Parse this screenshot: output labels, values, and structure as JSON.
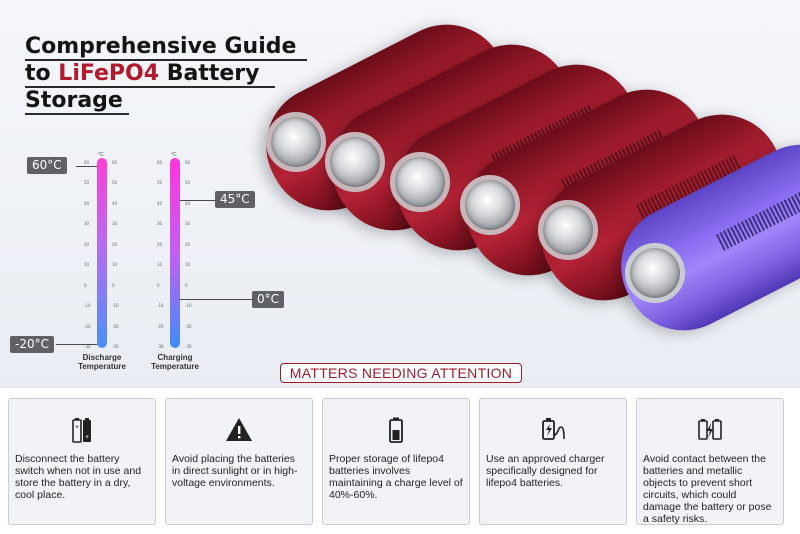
{
  "title": {
    "line1": "Comprehensive Guide",
    "line2_prefix": "to ",
    "line2_accent": "LiFePO4",
    "line2_suffix": " Battery",
    "line3": "Storage"
  },
  "colors": {
    "accent": "#b01a2c",
    "tag_bg": "#5f6166",
    "card_bg": "#f1f3f6",
    "battery_red": "#9a1a2a",
    "battery_purple": "#8a6df0"
  },
  "thermometers": {
    "unit": "°C",
    "scale_ticks": [
      "60",
      "50",
      "40",
      "30",
      "20",
      "10",
      "0",
      "-10",
      "-20",
      "-30"
    ],
    "discharge": {
      "label_line1": "Discharge",
      "label_line2": "Temperature",
      "max_tag": "60°C",
      "min_tag": "-20°C"
    },
    "charging": {
      "label_line1": "Charging",
      "label_line2": "Temperature",
      "max_tag": "45°C",
      "min_tag": "0°C"
    }
  },
  "section_heading": "MATTERS NEEDING ATTENTION",
  "cards": [
    {
      "icon": "battery-switch-icon",
      "text": "Disconnect the battery switch when not in use and store the battery in a dry, cool place."
    },
    {
      "icon": "warning-icon",
      "text": "Avoid placing the batteries in direct sunlight or in high-voltage environments."
    },
    {
      "icon": "battery-level-icon",
      "text": "Proper storage of lifepo4 batteries involves maintaining a charge level of 40%-60%."
    },
    {
      "icon": "charger-icon",
      "text": "Use an approved charger specifically designed for lifepo4 batteries."
    },
    {
      "icon": "short-circuit-icon",
      "text": "Avoid contact between the batteries and metallic objects to prevent short circuits, which could damage the battery or pose a safety risks."
    }
  ]
}
